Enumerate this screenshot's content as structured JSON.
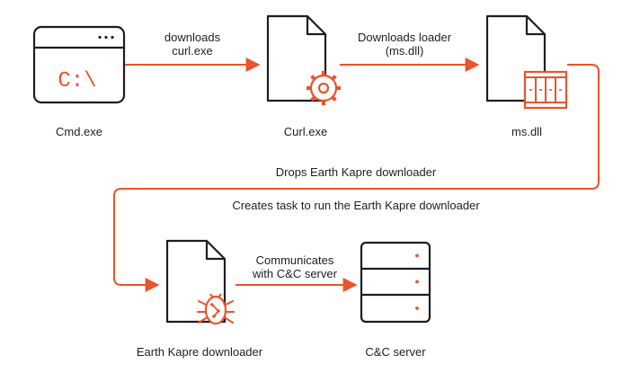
{
  "nodes": {
    "cmd": {
      "label": "Cmd.exe",
      "prompt_text": "C:\\"
    },
    "curl": {
      "label": "Curl.exe"
    },
    "msdll": {
      "label": "ms.dll"
    },
    "downloader": {
      "label": "Earth Kapre downloader"
    },
    "cc": {
      "label": "C&C server"
    }
  },
  "edges": {
    "cmd_to_curl": {
      "line1": "downloads",
      "line2": "curl.exe"
    },
    "curl_to_msdll": {
      "line1": "Downloads loader",
      "line2": "(ms.dll)"
    },
    "msdll_to_downloader": {
      "line1": "Drops Earth Kapre downloader",
      "line2": "Creates task to run the Earth Kapre downloader"
    },
    "downloader_to_cc": {
      "line1": "Communicates",
      "line2": "with C&C server"
    }
  },
  "colors": {
    "accent": "#e8542c",
    "stroke": "#1e1e1e"
  }
}
